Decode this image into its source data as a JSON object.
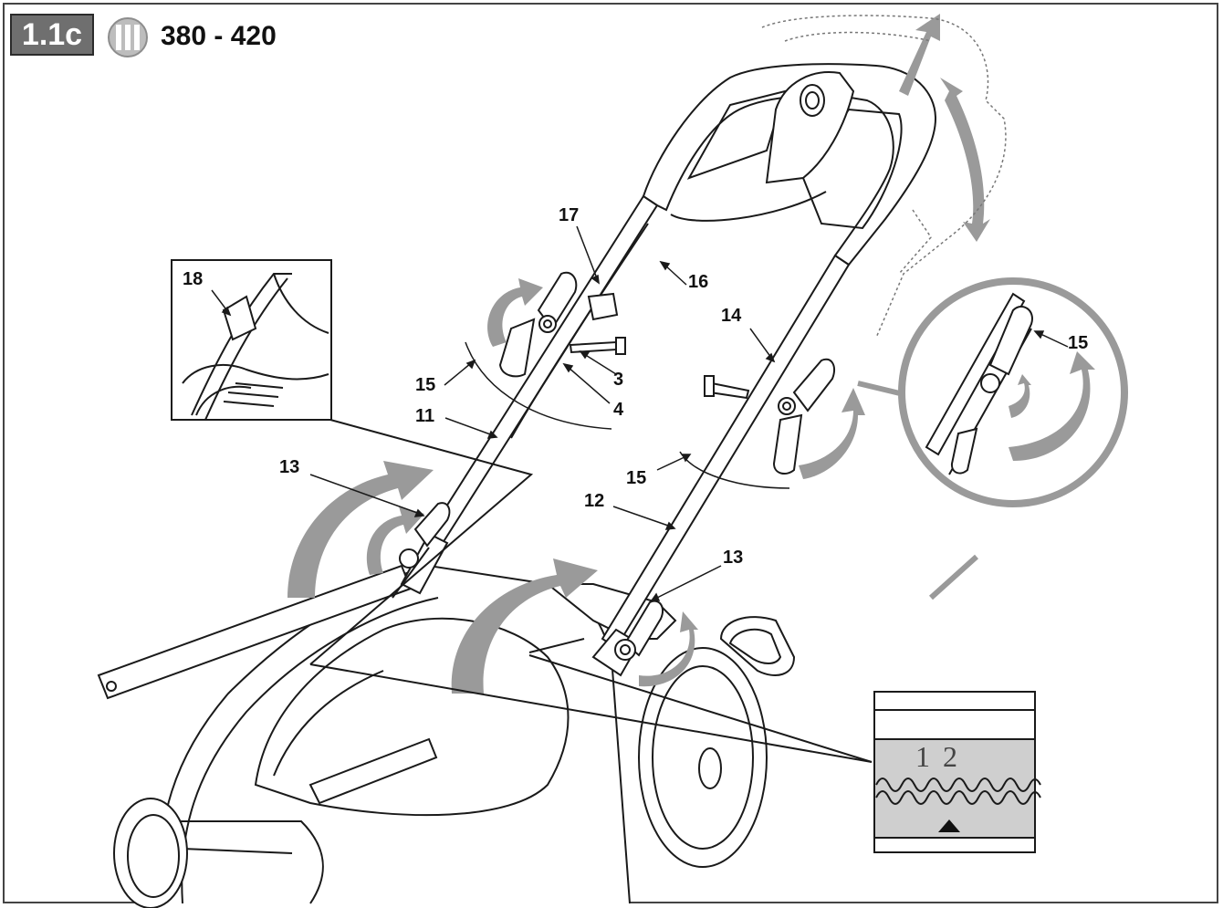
{
  "header": {
    "figure_id": "1.1c",
    "models_icon": "circled-triple-bar-icon",
    "models_range": "380 - 420"
  },
  "callouts": {
    "c3": "3",
    "c4": "4",
    "c11": "11",
    "c12": "12",
    "c13_left": "13",
    "c13_right": "13",
    "c14": "14",
    "c15_left": "15",
    "c15_mid": "15",
    "c15_zoom": "15",
    "c16": "16",
    "c17": "17",
    "c18": "18"
  },
  "height_scale": {
    "positions": [
      "1",
      "2"
    ]
  },
  "colors": {
    "badge": "#6f6f6f",
    "arrow": "#9a9a9a",
    "line": "#1a1a1a",
    "inset_fill": "#cfcfcf"
  }
}
